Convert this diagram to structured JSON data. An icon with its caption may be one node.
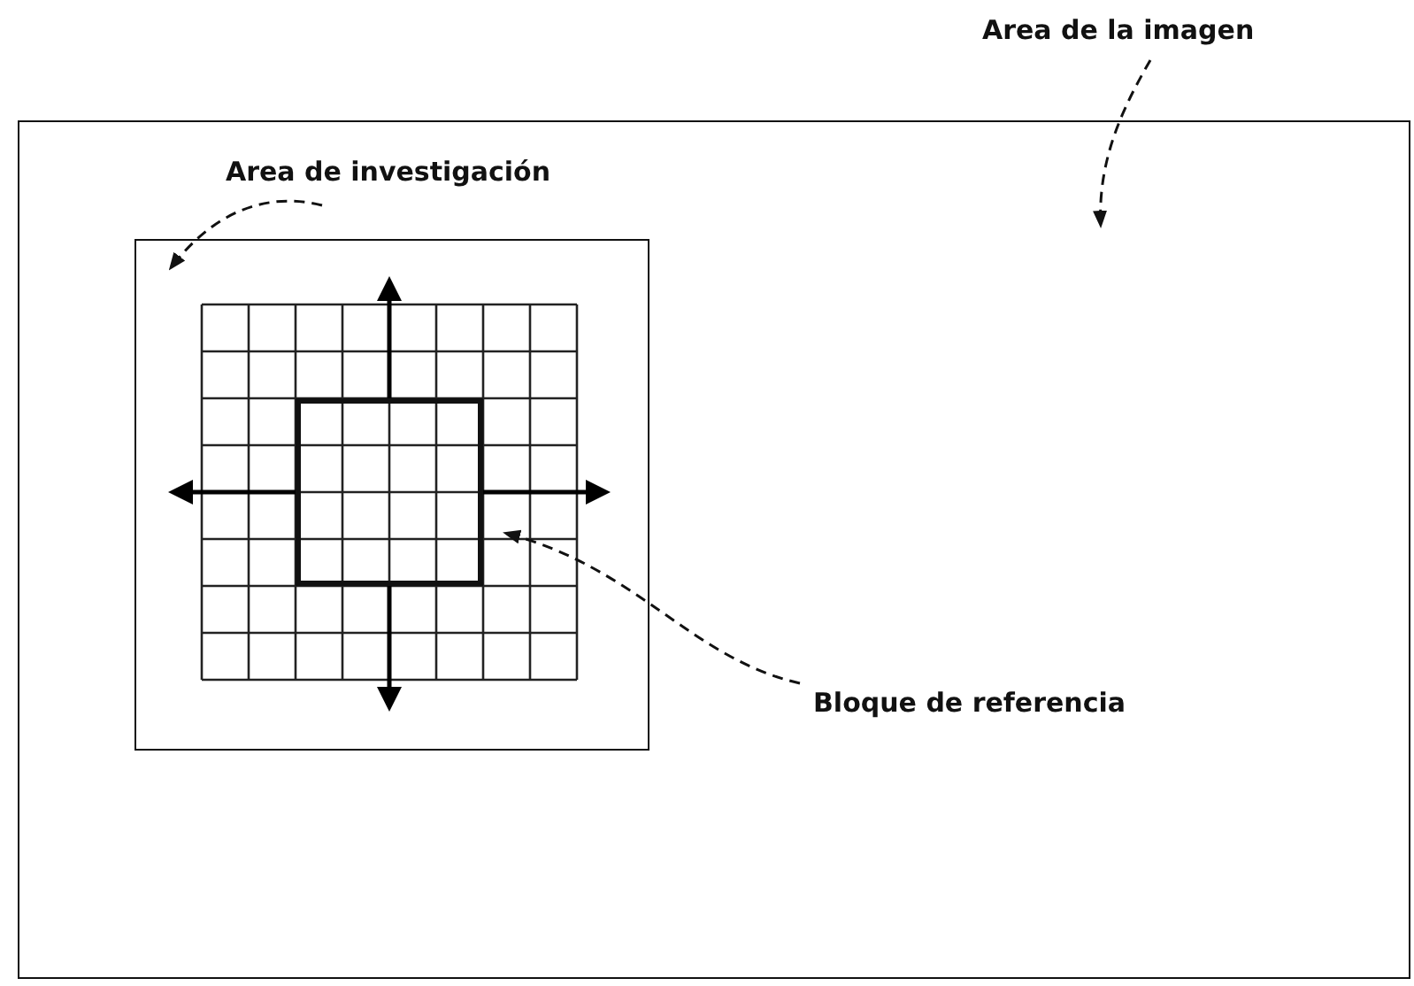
{
  "diagram": {
    "nodes": [
      {
        "text": [],
        "shape": "box"
      },
      {
        "text": [],
        "shape": "box",
        "in": 0
      },
      {
        "text": [],
        "shape": "box",
        "in": 1
      },
      {
        "text": [
          "Area de la imagen"
        ]
      },
      {
        "text": [
          "Area de investigación"
        ],
        "in": 0
      },
      {
        "text": [
          "Bloque de referencia"
        ],
        "in": 0
      }
    ],
    "edges": [
      {
        "from": 3,
        "to": 0,
        "arrow": "to",
        "style": "dashed"
      },
      {
        "from": 4,
        "to": 1,
        "arrow": "to",
        "style": "dashed"
      },
      {
        "from": 5,
        "to": 2,
        "arrow": "to",
        "style": "dashed"
      }
    ]
  }
}
